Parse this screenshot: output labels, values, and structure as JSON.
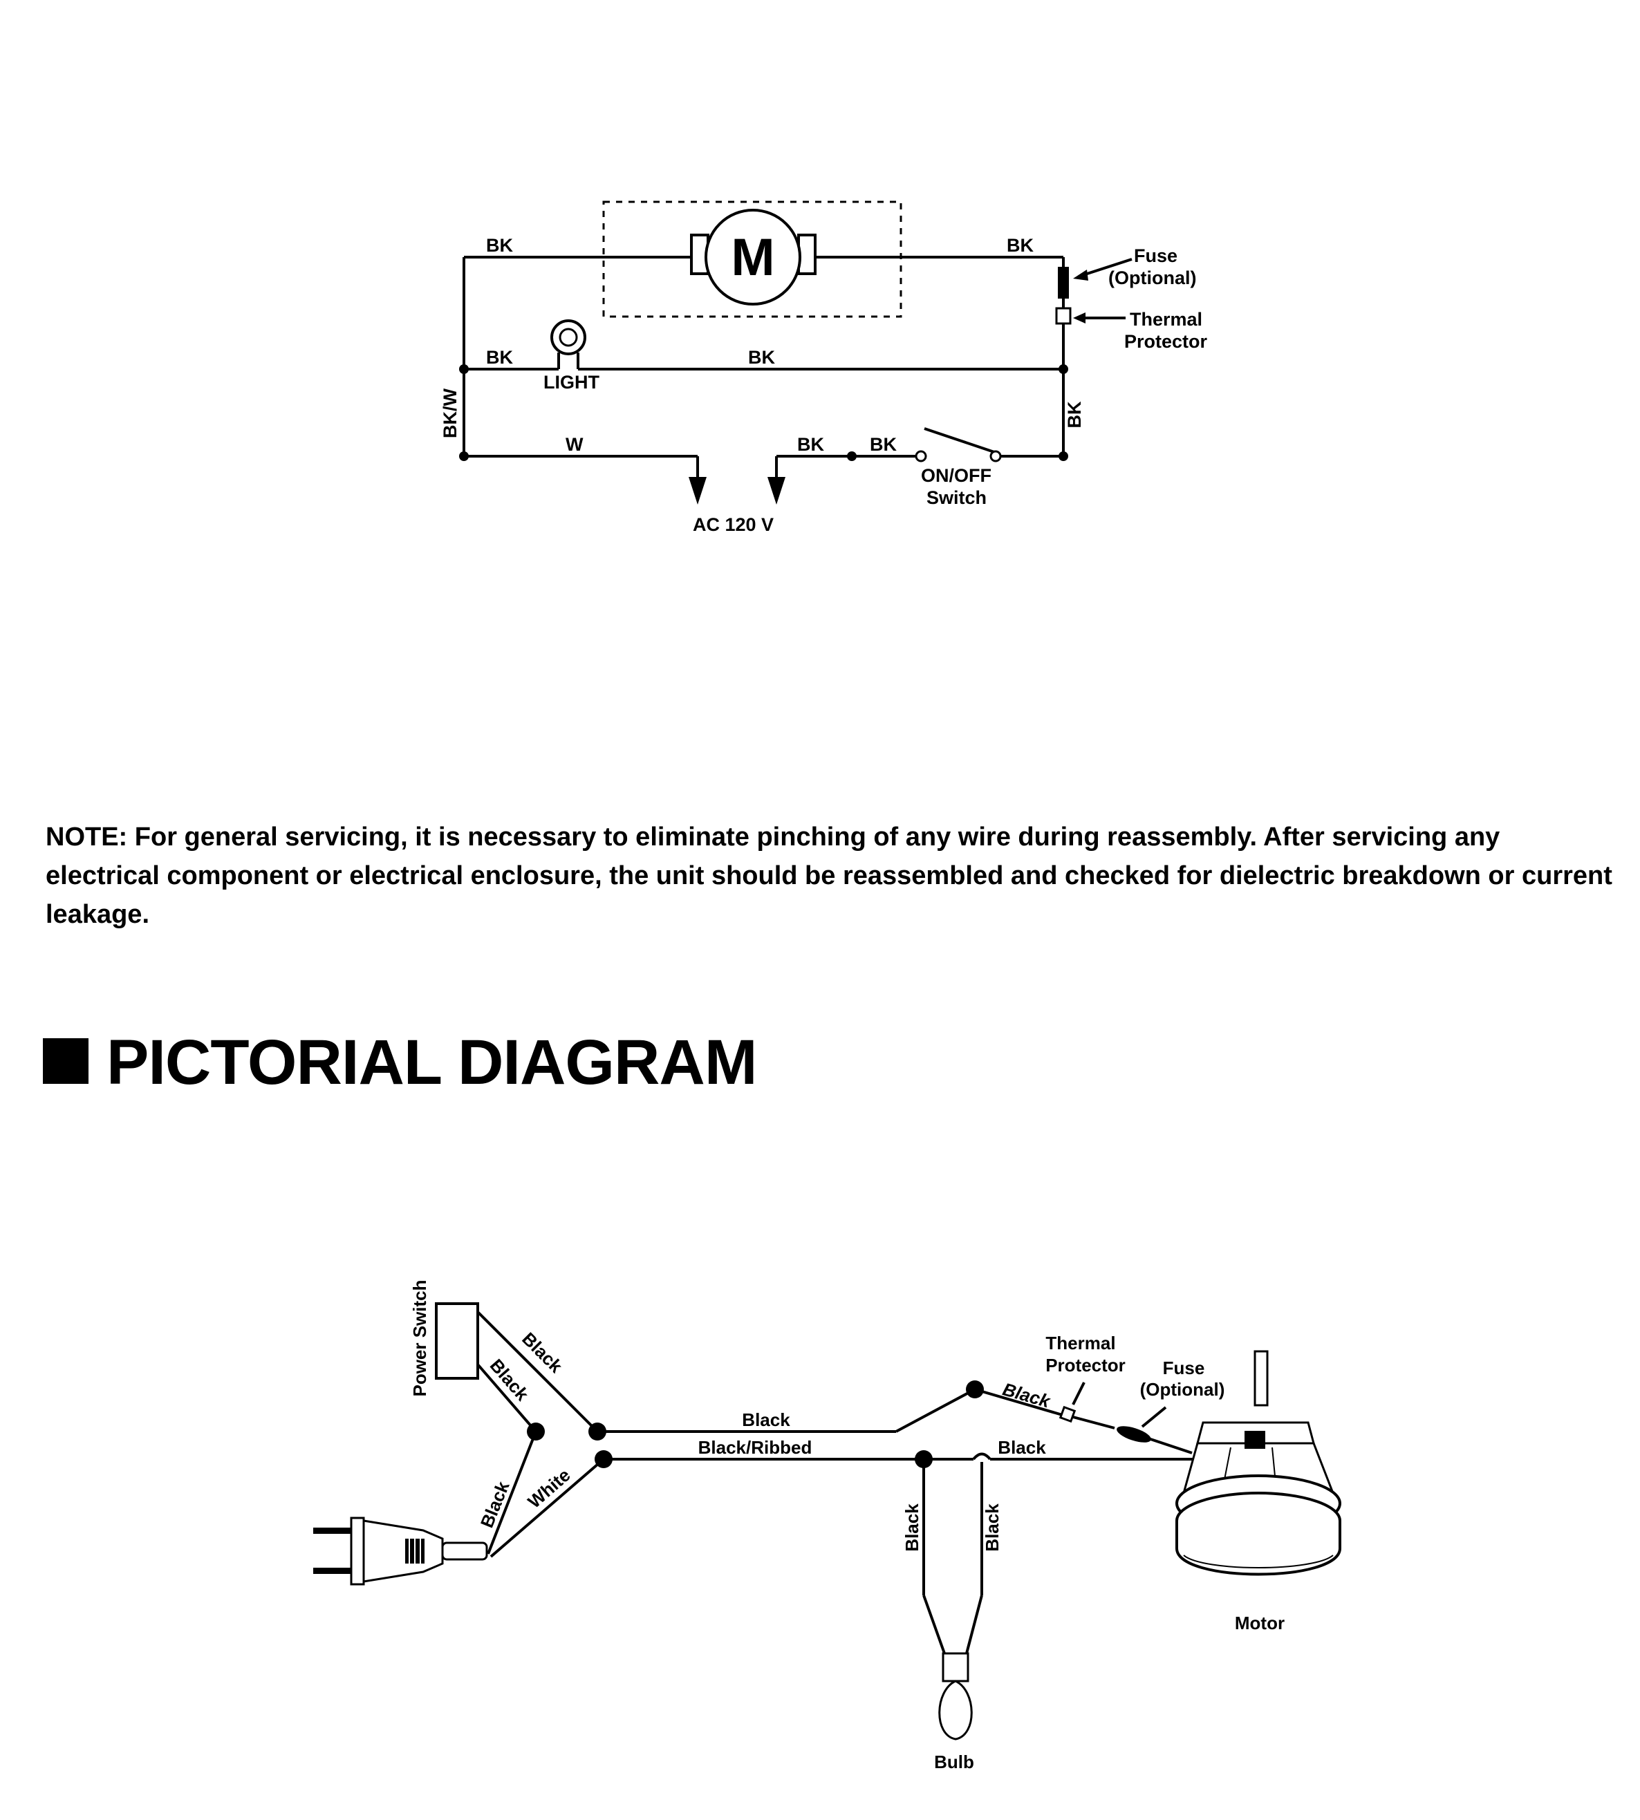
{
  "schematic": {
    "motor_symbol": "M",
    "wire_labels": {
      "top_left": "BK",
      "top_right": "BK",
      "mid_left": "BK",
      "mid_center": "BK",
      "left_vertical": "BK/W",
      "right_vertical": "BK",
      "bottom_left": "W",
      "bottom_mid": "BK",
      "bottom_switch": "BK"
    },
    "components": {
      "light": "LIGHT",
      "fuse": "Fuse",
      "fuse_note": "(Optional)",
      "thermal_line1": "Thermal",
      "thermal_line2": "Protector",
      "switch_line1": "ON/OFF",
      "switch_line2": "Switch",
      "power": "AC 120 V"
    }
  },
  "note": "NOTE: For general servicing, it is necessary to eliminate pinching of any wire during reassembly. After servicing any electrical component or electrical enclosure, the unit should be reassembled and checked for dielectric breakdown or current leakage.",
  "section_title": "PICTORIAL DIAGRAM",
  "pictorial": {
    "power_switch": "Power Switch",
    "wires": {
      "switch_top": "Black",
      "switch_bottom": "Black",
      "plug_black": "Black",
      "plug_white": "White",
      "main_top": "Black",
      "main_bottom": "Black/Ribbed",
      "motor_black": "Black",
      "thermal_black": "Black",
      "bulb_left": "Black",
      "bulb_right": "Black"
    },
    "thermal_line1": "Thermal",
    "thermal_line2": "Protector",
    "fuse": "Fuse",
    "fuse_note": "(Optional)",
    "motor": "Motor",
    "bulb": "Bulb"
  }
}
